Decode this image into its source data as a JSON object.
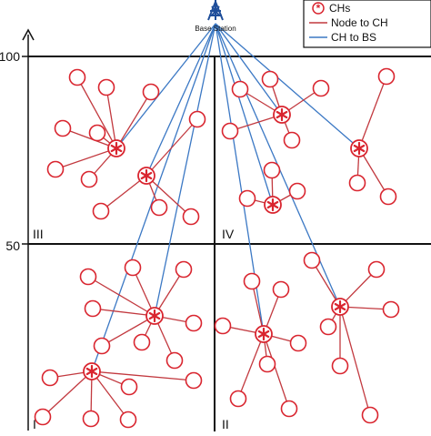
{
  "figure": {
    "base_station_label": "Base Station",
    "y_axis_ticks": [
      "100",
      "50"
    ],
    "quadrant_labels": [
      "III",
      "IV",
      "I",
      "II"
    ],
    "legend": {
      "entries": [
        {
          "label": "CHs",
          "kind": "ch-marker"
        },
        {
          "label": "Node to CH",
          "kind": "red-line"
        },
        {
          "label": "CH to BS",
          "kind": "blue-line"
        }
      ]
    },
    "colors": {
      "node": "#d9252f",
      "node_to_ch": "#c2393f",
      "ch_to_bs": "#3b78c4",
      "grid": "#111111",
      "tower": "#1f4e9a"
    },
    "icons": [
      "tower-icon",
      "asterisk-icon"
    ],
    "clusters_by_quadrant": {
      "III": 2,
      "IV": 3,
      "I": 2,
      "II": 2
    },
    "total_cluster_heads": 9
  }
}
